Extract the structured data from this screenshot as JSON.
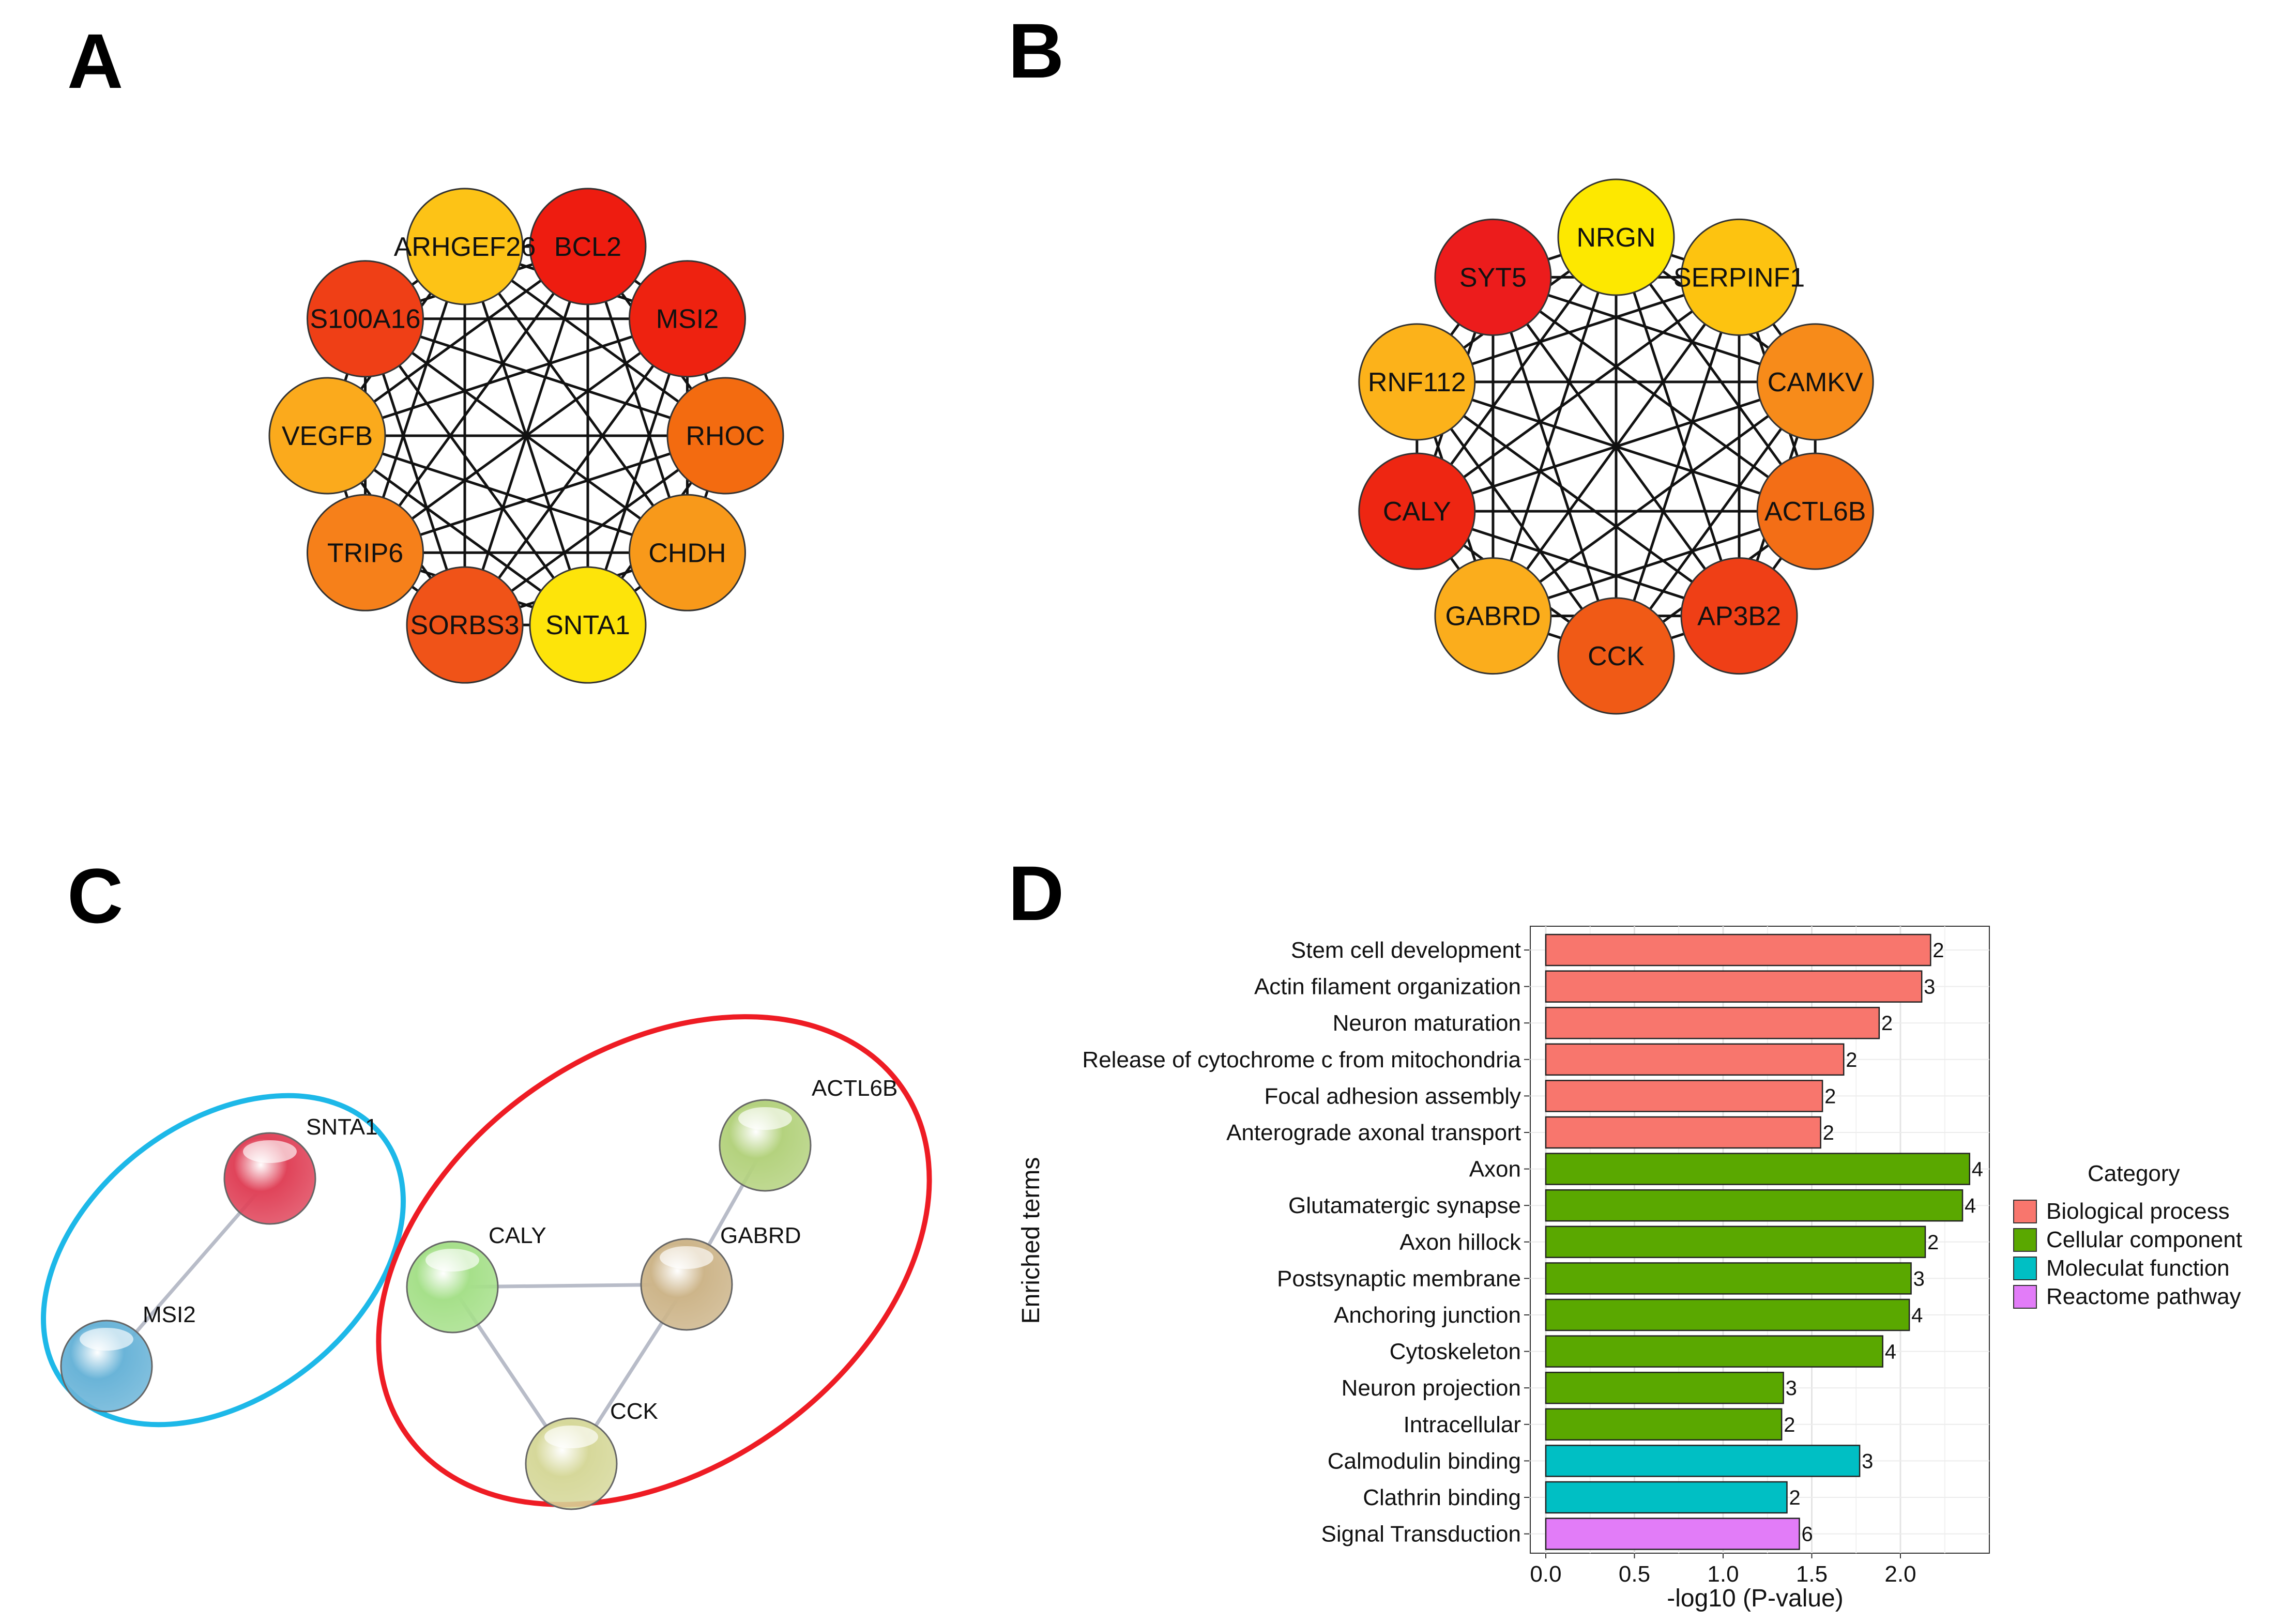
{
  "panels": {
    "a": {
      "letter": "A",
      "nodes": [
        {
          "label": "BCL2",
          "color": "#ee1c10"
        },
        {
          "label": "MSI2",
          "color": "#ee2210"
        },
        {
          "label": "RHOC",
          "color": "#f36b10"
        },
        {
          "label": "CHDH",
          "color": "#f8991a"
        },
        {
          "label": "SNTA1",
          "color": "#fde40a"
        },
        {
          "label": "SORBS3",
          "color": "#f05318"
        },
        {
          "label": "TRIP6",
          "color": "#f6801a"
        },
        {
          "label": "VEGFB",
          "color": "#fbaa1c"
        },
        {
          "label": "S100A16",
          "color": "#ef3f16"
        },
        {
          "label": "ARHGEF26",
          "color": "#fdc316"
        }
      ]
    },
    "b": {
      "letter": "B",
      "nodes": [
        {
          "label": "SERPINF1",
          "color": "#fdc310"
        },
        {
          "label": "CAMKV",
          "color": "#f78b1a"
        },
        {
          "label": "ACTL6B",
          "color": "#f36e16"
        },
        {
          "label": "AP3B2",
          "color": "#ef3f16"
        },
        {
          "label": "CCK",
          "color": "#f05a16"
        },
        {
          "label": "GABRD",
          "color": "#fbad1c"
        },
        {
          "label": "CALY",
          "color": "#ee2612"
        },
        {
          "label": "RNF112",
          "color": "#fcb21a"
        },
        {
          "label": "SYT5",
          "color": "#ec1c1c"
        },
        {
          "label": "NRGN",
          "color": "#fde800"
        }
      ]
    },
    "c": {
      "letter": "C",
      "clusters": [
        {
          "outline_color": "#1db8e8",
          "nodes": [
            {
              "id": "SNTA1",
              "label": "SNTA1",
              "color": "#e0445a"
            },
            {
              "id": "MSI2",
              "label": "MSI2",
              "color": "#6ab4d8"
            }
          ],
          "edges": [
            [
              "SNTA1",
              "MSI2"
            ]
          ]
        },
        {
          "outline_color": "#ee1c24",
          "nodes": [
            {
              "id": "ACTL6B",
              "label": "ACTL6B",
              "color": "#b4d27e"
            },
            {
              "id": "CALY",
              "label": "CALY",
              "color": "#a6e08a"
            },
            {
              "id": "GABRD",
              "label": "GABRD",
              "color": "#cdb58a"
            },
            {
              "id": "CCK",
              "label": "CCK",
              "color": "#d6d89a"
            }
          ],
          "edges": [
            [
              "ACTL6B",
              "GABRD"
            ],
            [
              "CALY",
              "GABRD"
            ],
            [
              "CALY",
              "CCK"
            ],
            [
              "GABRD",
              "CCK"
            ]
          ]
        }
      ]
    },
    "d": {
      "letter": "D"
    }
  },
  "chart_data": {
    "type": "bar",
    "orientation": "horizontal",
    "xlabel": "-log10 (P-value)",
    "ylabel": "Enriched terms",
    "xlim": [
      0,
      2.5
    ],
    "xticks": [
      "0.0",
      "0.5",
      "1.0",
      "1.5",
      "2.0"
    ],
    "legend": {
      "title": "Category",
      "position": "right",
      "items": [
        {
          "label": "Biological process",
          "color": "#f8766d"
        },
        {
          "label": "Cellular component",
          "color": "#5aa800"
        },
        {
          "label": "Moleculat function",
          "color": "#00bfc4"
        },
        {
          "label": "Reactome pathway",
          "color": "#e27cf8"
        }
      ]
    },
    "bars": [
      {
        "term": "Stem cell development",
        "value": 2.17,
        "count": "2",
        "category": 0
      },
      {
        "term": "Actin filament organization",
        "value": 2.12,
        "count": "3",
        "category": 0
      },
      {
        "term": "Neuron maturation",
        "value": 1.88,
        "count": "2",
        "category": 0
      },
      {
        "term": "Release of cytochrome c from mitochondria",
        "value": 1.68,
        "count": "2",
        "category": 0
      },
      {
        "term": "Focal adhesion assembly",
        "value": 1.56,
        "count": "2",
        "category": 0
      },
      {
        "term": "Anterograde axonal transport",
        "value": 1.55,
        "count": "2",
        "category": 0
      },
      {
        "term": "Axon",
        "value": 2.39,
        "count": "4",
        "category": 1
      },
      {
        "term": "Glutamatergic synapse",
        "value": 2.35,
        "count": "4",
        "category": 1
      },
      {
        "term": "Axon hillock",
        "value": 2.14,
        "count": "2",
        "category": 1
      },
      {
        "term": "Postsynaptic membrane",
        "value": 2.06,
        "count": "3",
        "category": 1
      },
      {
        "term": "Anchoring junction",
        "value": 2.05,
        "count": "4",
        "category": 1
      },
      {
        "term": "Cytoskeleton",
        "value": 1.9,
        "count": "4",
        "category": 1
      },
      {
        "term": "Neuron projection",
        "value": 1.34,
        "count": "3",
        "category": 1
      },
      {
        "term": "Intracellular",
        "value": 1.33,
        "count": "2",
        "category": 1
      },
      {
        "term": "Calmodulin binding",
        "value": 1.77,
        "count": "3",
        "category": 2
      },
      {
        "term": "Clathrin binding",
        "value": 1.36,
        "count": "2",
        "category": 2
      },
      {
        "term": "Signal Transduction",
        "value": 1.43,
        "count": "6",
        "category": 3
      }
    ]
  }
}
